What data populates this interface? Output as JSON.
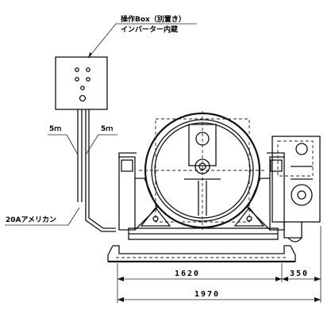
{
  "labels": {
    "box_title": "操作Box（別置き）",
    "box_subtitle": "インバーター内蔵",
    "cable_left": "5ｍ",
    "cable_right": "5ｍ",
    "pipe": "20Aアメリカン"
  },
  "dimensions": {
    "main_width": "1620",
    "side_width": "350",
    "total_width": "1970"
  }
}
